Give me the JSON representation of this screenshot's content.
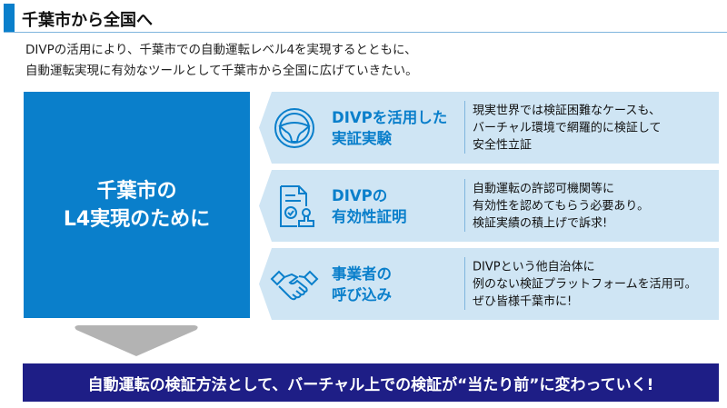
{
  "header": {
    "title": "千葉市から全国へ"
  },
  "intro": [
    "DIVPの活用により、千葉市での自動運転レベル4を実現するとともに、",
    "自動運転実現に有効なツールとして千葉市から全国に広げていきたい。"
  ],
  "goal": {
    "lines": [
      "千葉市の",
      "L4実現のために"
    ]
  },
  "rows": [
    {
      "icon": "steering-wheel-icon",
      "title": [
        "DIVPを活用した",
        "実証実験"
      ],
      "desc": [
        "現実世界では検証困難なケースも、",
        "バーチャル環境で網羅的に検証して",
        "安全性立証"
      ]
    },
    {
      "icon": "certificate-stamp-icon",
      "title": [
        "DIVPの",
        "有効性証明"
      ],
      "desc": [
        "自動運転の許認可機関等に",
        "有効性を認めてもらう必要あり。",
        "検証実績の積上げで訴求!"
      ]
    },
    {
      "icon": "handshake-icon",
      "title": [
        "事業者の",
        "呼び込み"
      ],
      "desc": [
        "DIVPという他自治体に",
        "例のない検証プラットフォームを活用可。",
        "ぜひ皆様千葉市に!"
      ]
    }
  ],
  "banner": {
    "text": "自動運転の検証方法として、バーチャル上での検証が“当たり前”に変わっていく!"
  },
  "colors": {
    "accent": "#0a7fcb",
    "row_bg": "#cfe5f4",
    "banner": "#1e1e86",
    "arrow": "#b3b3b3"
  }
}
